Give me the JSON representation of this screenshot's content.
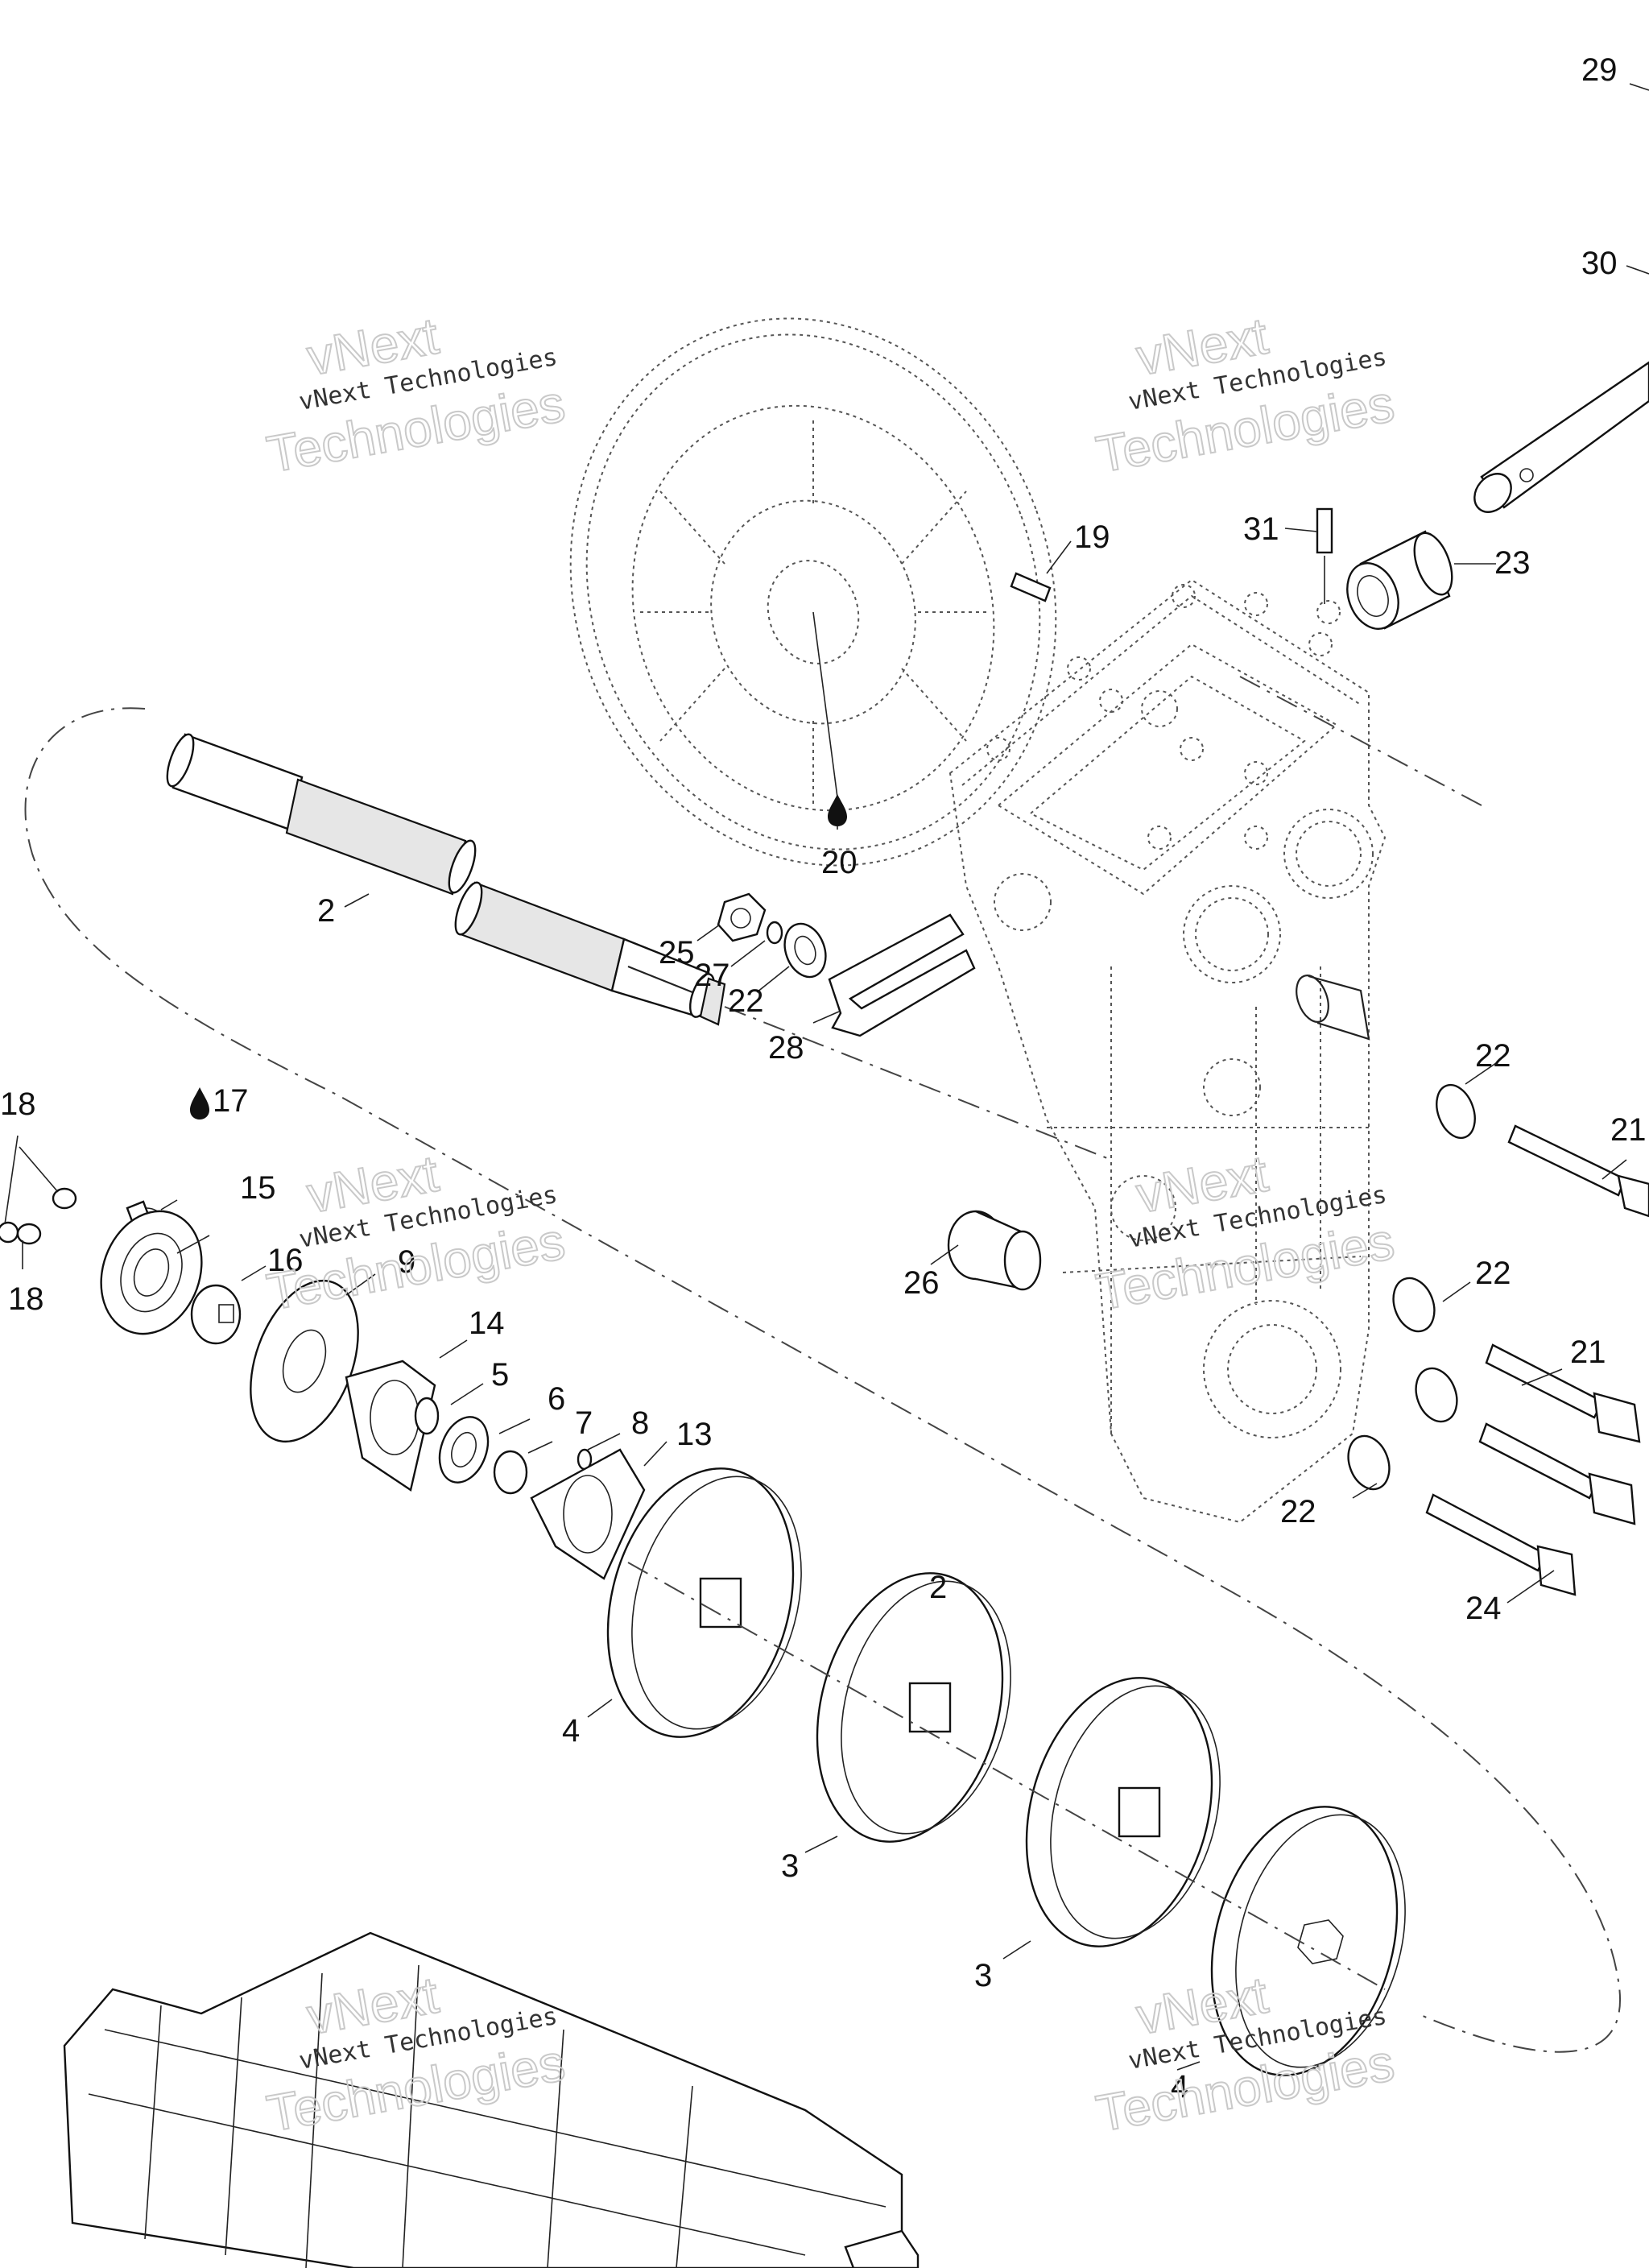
{
  "callouts": {
    "c29": "29",
    "c30": "30",
    "c31": "31",
    "c19": "19",
    "c23": "23",
    "c20": "20",
    "c2a": "2",
    "c25": "25",
    "c27": "27",
    "c22a": "22",
    "c28": "28",
    "c22b": "22",
    "c21a": "21",
    "c18a": "18",
    "c17": "17",
    "c15": "15",
    "c18b": "18",
    "c16": "16",
    "c9": "9",
    "c26": "26",
    "c22c": "22",
    "c14": "14",
    "c21b": "21",
    "c5": "5",
    "c6": "6",
    "c7": "7",
    "c8": "8",
    "c13": "13",
    "c22d": "22",
    "c24": "24",
    "c2b": "2",
    "c4a": "4",
    "c3a": "3",
    "c3b": "3",
    "c4b": "4"
  },
  "watermark": {
    "line1": "vNext",
    "line2": "vNext Technologies",
    "line3": "Technologies"
  },
  "icons": {
    "oil_drop": "oil-drop-icon"
  },
  "colors": {
    "line": "#222222",
    "watermark": "#c9c9c9",
    "background": "#ffffff"
  }
}
